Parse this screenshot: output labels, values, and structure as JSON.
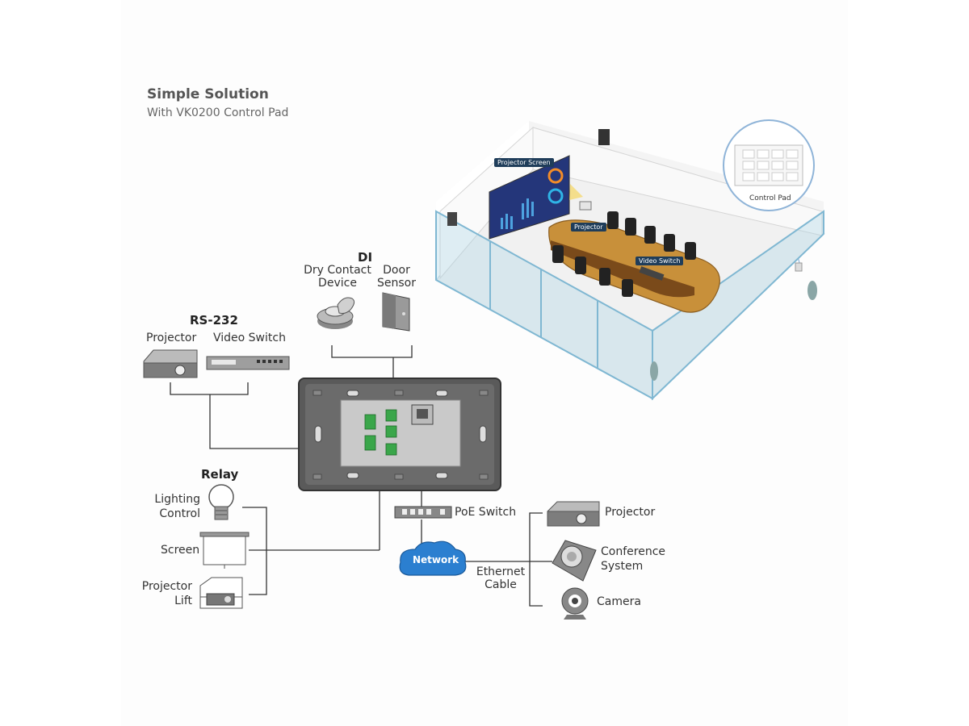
{
  "header": {
    "title": "Simple Solution",
    "subtitle": "With VK0200 Control Pad"
  },
  "di": {
    "title": "DI",
    "dry_contact": "Dry Contact\nDevice",
    "door_sensor": "Door\nSensor"
  },
  "rs232": {
    "title": "RS-232",
    "projector": "Projector",
    "video_switch": "Video Switch"
  },
  "relay": {
    "title": "Relay",
    "lighting": "Lighting\nControl",
    "screen": "Screen",
    "projector_lift": "Projector\nLift"
  },
  "network": {
    "poe_switch": "PoE Switch",
    "network_label": "Network",
    "ethernet": "Ethernet\nCable"
  },
  "devices": {
    "projector": "Projector",
    "conference": "Conference\nSystem",
    "camera": "Camera"
  },
  "room": {
    "projector_screen": "Projector Screen",
    "projector": "Projector",
    "video_switch": "Video Switch",
    "control_pad": "Control Pad"
  },
  "colors": {
    "cloud": "#2b7fd0",
    "tag_bg": "#1f3d5a",
    "table": "#c8903a",
    "glass": "#a9d4e6",
    "terminal": "#3aa64a"
  }
}
